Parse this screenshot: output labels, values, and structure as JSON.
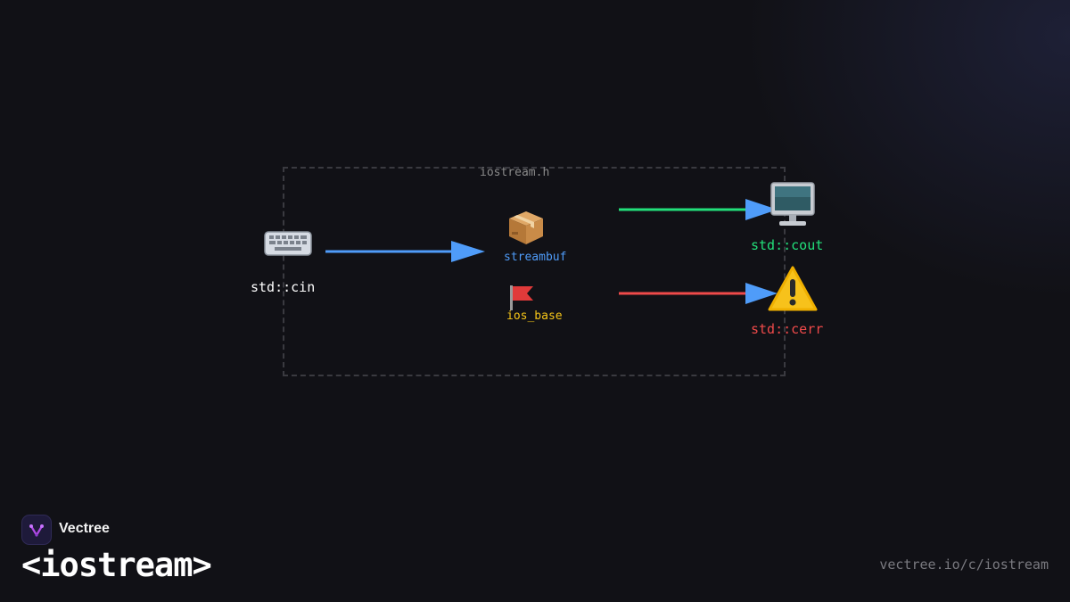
{
  "module": {
    "label": "iostream.h"
  },
  "nodes": {
    "cin": {
      "label": "std::cin",
      "icon": "keyboard-icon",
      "color": "#ffffff"
    },
    "streambuf": {
      "label": "streambuf",
      "icon": "package-icon",
      "color": "#4f9cf9"
    },
    "ios_base": {
      "label": "ios_base",
      "icon": "red-flag-icon",
      "color": "#f5c518"
    },
    "cout": {
      "label": "std::cout",
      "icon": "monitor-icon",
      "color": "#22e07a"
    },
    "cerr": {
      "label": "std::cerr",
      "icon": "warning-icon",
      "color": "#f04a4a"
    }
  },
  "edges": [
    {
      "from": "cin",
      "to": "streambuf",
      "color": "#4f9cf9"
    },
    {
      "from": "streambuf",
      "to": "cout",
      "color": "#22e07a"
    },
    {
      "from": "ios_base",
      "to": "cerr",
      "color": "#f04a4a"
    }
  ],
  "footer": {
    "brand": "Vectree",
    "title": "<iostream>",
    "url": "vectree.io/c/iostream"
  }
}
